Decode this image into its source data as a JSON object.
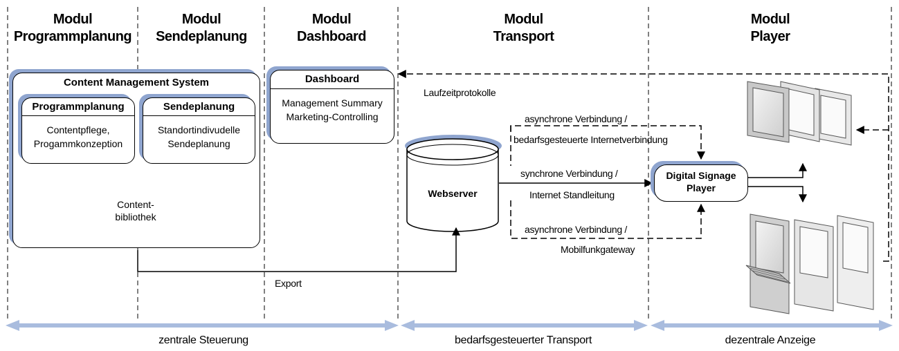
{
  "modules": [
    {
      "line1": "Modul",
      "line2": "Programmplanung"
    },
    {
      "line1": "Modul",
      "line2": "Sendeplanung"
    },
    {
      "line1": "Modul",
      "line2": "Dashboard"
    },
    {
      "line1": "Modul",
      "line2": "Transport"
    },
    {
      "line1": "Modul",
      "line2": "Player"
    }
  ],
  "cms": {
    "title": "Content Management System",
    "programmplanung": {
      "title": "Programmplanung",
      "line1": "Contentpflege,",
      "line2": "Progammkonzeption"
    },
    "sendeplanung": {
      "title": "Sendeplanung",
      "line1": "Standortindivudelle",
      "line2": "Sendeplanung"
    },
    "library": {
      "line1": "Content-",
      "line2": "bibliothek"
    }
  },
  "dashboard": {
    "title": "Dashboard",
    "line1": "Management Summary",
    "line2": "Marketing-Controlling"
  },
  "webserver": {
    "label": "Webserver"
  },
  "player": {
    "line1": "Digital Signage",
    "line2": "Player"
  },
  "connections": {
    "laufzeit": "Laufzeitprotokolle",
    "async1_line1": "asynchrone Verbindung /",
    "async1_line2": "bedarfsgesteuerte Internetverbindung",
    "sync_line1": "synchrone Verbindung /",
    "sync_line2": "Internet Standleitung",
    "async2_line1": "asynchrone Verbindung /",
    "async2_line2": "Mobilfunkgateway",
    "export": "Export"
  },
  "footer": {
    "central": "zentrale Steuerung",
    "transport": "bedarfsgesteuerter Transport",
    "decentral": "dezentrale Anzeige"
  },
  "colors": {
    "accent": "#8fa5cf",
    "line": "#000000"
  }
}
